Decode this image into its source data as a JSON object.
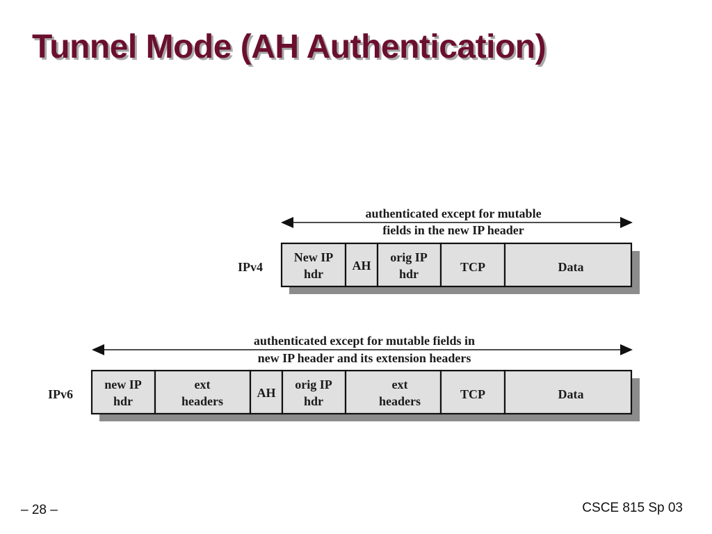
{
  "slide": {
    "title": "Tunnel Mode (AH Authentication)",
    "page_number": "– 28 –",
    "course": "CSCE 815 Sp 03"
  },
  "diagram": {
    "ipv4": {
      "label": "IPv4",
      "arrow_line1": "authenticated except for mutable",
      "arrow_line2": "fields in the new IP header",
      "fields": [
        {
          "line1": "New IP",
          "line2": "hdr"
        },
        {
          "line1": "AH",
          "line2": ""
        },
        {
          "line1": "orig IP",
          "line2": "hdr"
        },
        {
          "line1": "TCP",
          "line2": ""
        },
        {
          "line1": "Data",
          "line2": ""
        }
      ]
    },
    "ipv6": {
      "label": "IPv6",
      "arrow_line1": "authenticated except for mutable fields in",
      "arrow_line2": "new IP header and its extension headers",
      "fields": [
        {
          "line1": "new IP",
          "line2": "hdr"
        },
        {
          "line1": "ext",
          "line2": "headers"
        },
        {
          "line1": "AH",
          "line2": ""
        },
        {
          "line1": "orig IP",
          "line2": "hdr"
        },
        {
          "line1": "ext",
          "line2": "headers"
        },
        {
          "line1": "TCP",
          "line2": ""
        },
        {
          "line1": "Data",
          "line2": ""
        }
      ]
    }
  }
}
